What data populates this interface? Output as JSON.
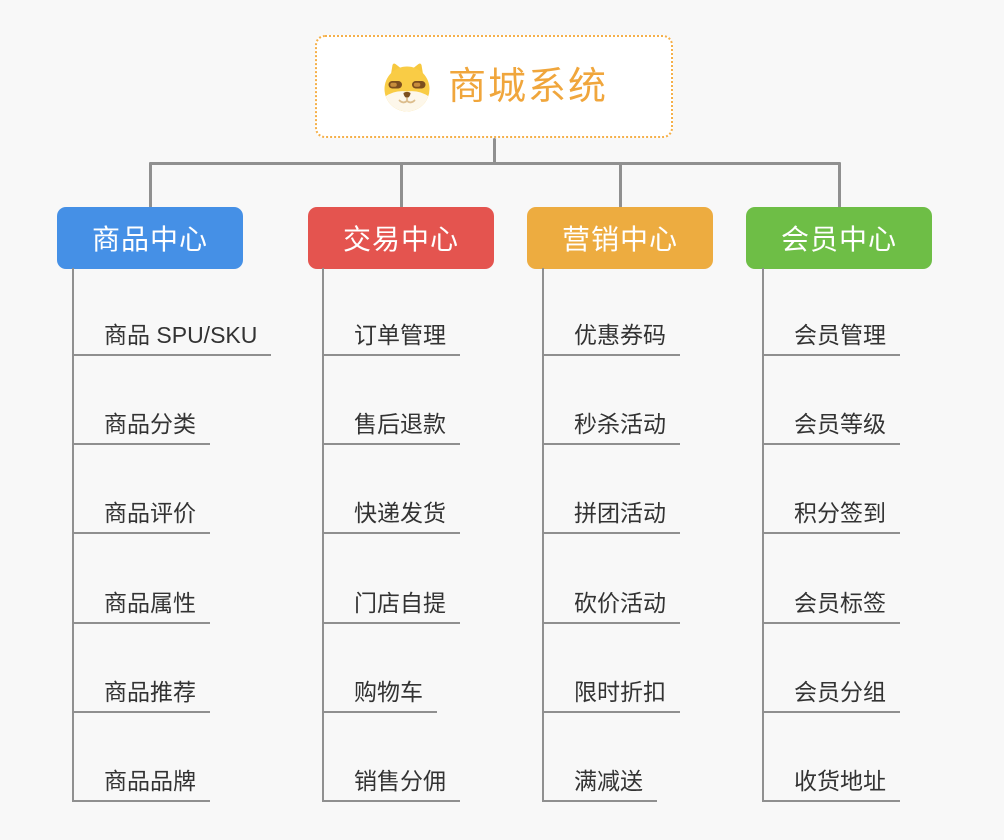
{
  "canvas": {
    "background": "#f8f8f8",
    "connector_color": "#909090",
    "underline_color": "#8f8f8f",
    "topic_text_color": "#333333"
  },
  "root": {
    "label": "商城系统",
    "icon": "shiba-dog-icon",
    "text_color": "#f0a63c",
    "border_color": "#f5b04a"
  },
  "branches": [
    {
      "label": "商品中心",
      "color": "#4590e6",
      "items": [
        "商品 SPU/SKU",
        "商品分类",
        "商品评价",
        "商品属性",
        "商品推荐",
        "商品品牌"
      ]
    },
    {
      "label": "交易中心",
      "color": "#e4544f",
      "items": [
        "订单管理",
        "售后退款",
        "快递发货",
        "门店自提",
        "购物车",
        "销售分佣"
      ]
    },
    {
      "label": "营销中心",
      "color": "#edac40",
      "items": [
        "优惠券码",
        "秒杀活动",
        "拼团活动",
        "砍价活动",
        "限时折扣",
        "满减送"
      ]
    },
    {
      "label": "会员中心",
      "color": "#6ebe46",
      "items": [
        "会员管理",
        "会员等级",
        "积分签到",
        "会员标签",
        "会员分组",
        "收货地址"
      ]
    }
  ]
}
